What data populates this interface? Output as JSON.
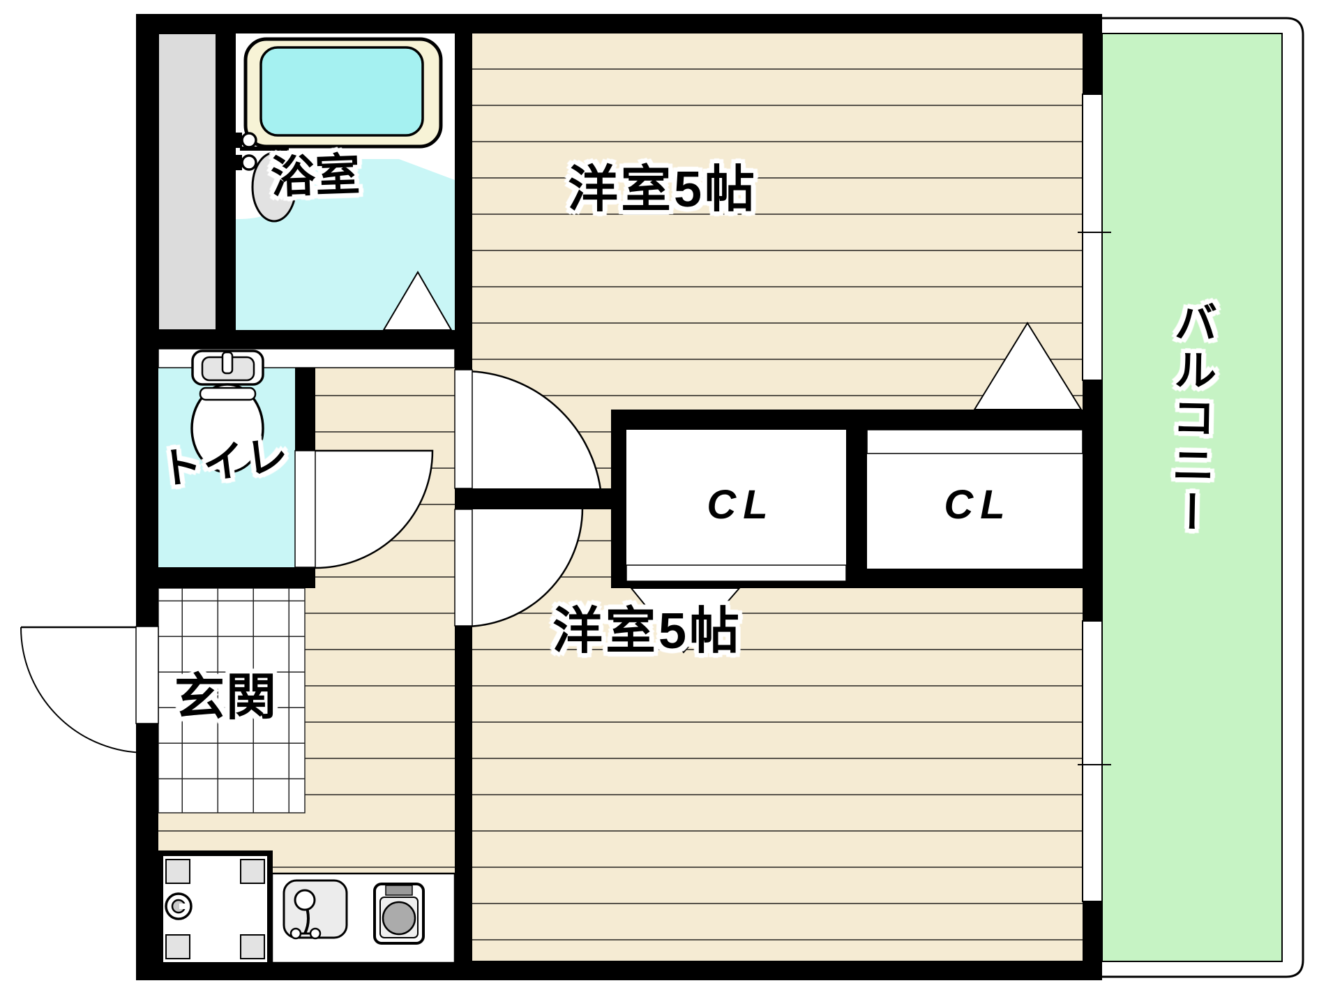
{
  "title": "apartment-floor-plan",
  "palette": {
    "wall": "#000000",
    "wood": "#F5EBD3",
    "wood_line": "#57534B",
    "bath_floor": "#C9F6F6",
    "tub_water": "#A5F1F1",
    "tub_rim": "#F7F3D6",
    "balcony": "#C6F3C4",
    "duct": "#DCDCDC",
    "bg": "#FFFFFF"
  },
  "rooms": {
    "bath": {
      "label": "浴室"
    },
    "toilet": {
      "label": "トイレ"
    },
    "entrance": {
      "label": "玄関"
    },
    "western_room_top": {
      "label": "洋室5帖"
    },
    "western_room_bottom": {
      "label": "洋室5帖"
    },
    "closet_left": {
      "label": "CL"
    },
    "closet_right": {
      "label": "CL"
    },
    "balcony": {
      "label": "バルコニー"
    }
  },
  "fixtures": [
    "bathtub-icon",
    "shower-faucet-icon",
    "washbasin-icon",
    "toilet-icon",
    "washing-machine-pan-icon",
    "kitchen-sink-icon",
    "gas-stove-icon",
    "door-swing-arc-icon",
    "folding-door-triangle-icon",
    "sliding-window-icon"
  ]
}
